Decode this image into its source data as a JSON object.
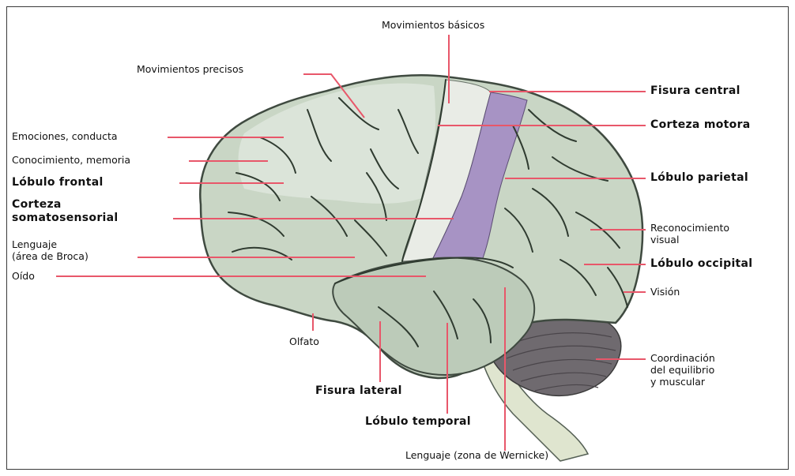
{
  "colors": {
    "line": "#e8576a",
    "cortex": "#c9d6c5",
    "frontal_light": "#dde5da",
    "motor": "#e9ece6",
    "somatosensory": "#a793c4",
    "temporal": "#bccbb9",
    "cerebellum": "#6f6a6f",
    "brainstem": "#dfe5cf",
    "sulcus": "#2f3b30",
    "border": "#3a3a3a"
  },
  "labels": {
    "movimientos_basicos": "Movimientos básicos",
    "movimientos_precisos": "Movimientos precisos",
    "fisura_central": "Fisura central",
    "corteza_motora": "Corteza motora",
    "emociones": "Emociones, conducta",
    "conocimiento": "Conocimiento, memoria",
    "lobulo_frontal": "Lóbulo frontal",
    "lobulo_parietal": "Lóbulo parietal",
    "corteza_somato": "Corteza\nsomatosensorial",
    "reconocimiento": "Reconocimiento\nvisual",
    "lenguaje_broca": "Lenguaje\n(área de Broca)",
    "lobulo_occipital": "Lóbulo occipital",
    "oido": "Oído",
    "vision": "Visión",
    "olfato": "Olfato",
    "coordinacion": "Coordinación\ndel equilibrio\ny muscular",
    "fisura_lateral": "Fisura lateral",
    "lobulo_temporal": "Lóbulo temporal",
    "lenguaje_wernicke": "Lenguaje (zona de Wernicke)"
  }
}
